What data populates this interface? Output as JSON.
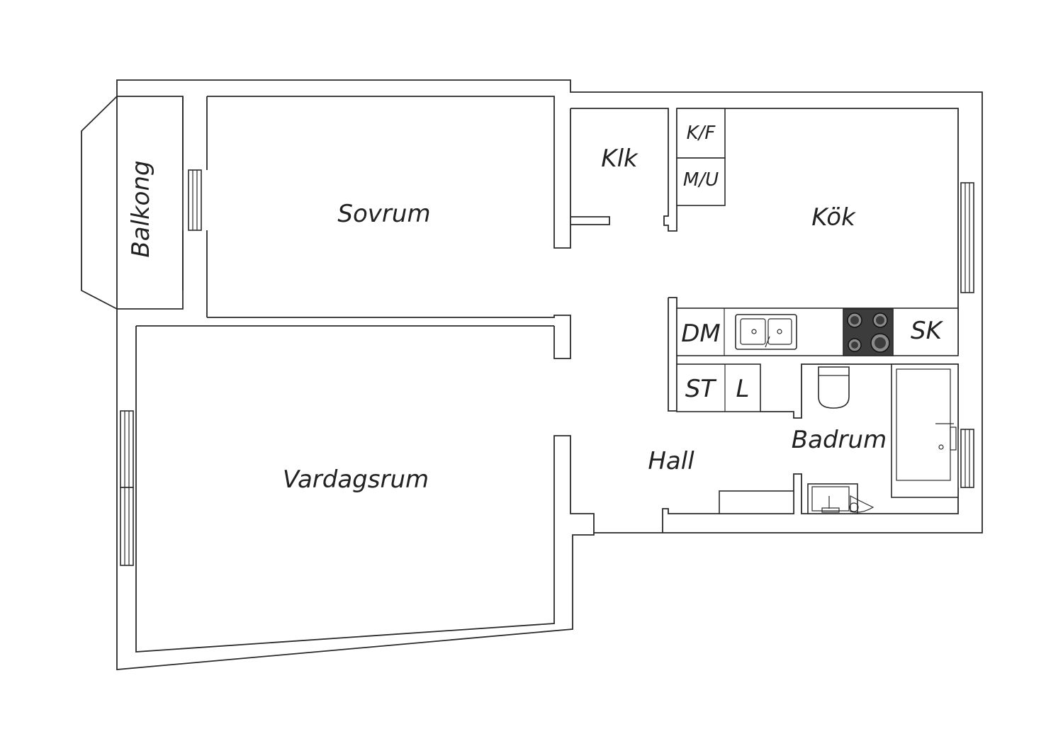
{
  "rooms": {
    "balkong": "Balkong",
    "sovrum": "Sovrum",
    "klk": "Klk",
    "kok": "Kök",
    "vardagsrum": "Vardagsrum",
    "hall": "Hall",
    "badrum": "Badrum"
  },
  "fixtures": {
    "kf": "K/F",
    "mu": "M/U",
    "dm": "DM",
    "sk": "SK",
    "st": "ST",
    "l": "L"
  },
  "colors": {
    "walls": "#2a2a2a",
    "background": "#ffffff",
    "stove": "#3c3c3c"
  }
}
